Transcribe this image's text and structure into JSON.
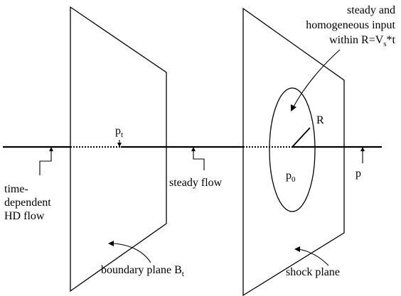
{
  "labels": {
    "input_line1": "steady and",
    "input_line2": "homogeneous input",
    "input_line3_prefix": "within R=V",
    "input_line3_sub": "s",
    "input_line3_suffix": "*t",
    "pt_base": "p",
    "pt_sub": "t",
    "R": "R",
    "p0_base": "p",
    "p0_sub": "0",
    "p": "p",
    "td_line1": "time-",
    "td_line2": "dependent",
    "td_line3": "HD flow",
    "steady_flow": "steady flow",
    "boundary_prefix": "boundary plane B",
    "boundary_sub": "t",
    "shock_plane": "shock plane"
  },
  "colors": {
    "ink": "#000000",
    "background": "#ffffff"
  }
}
